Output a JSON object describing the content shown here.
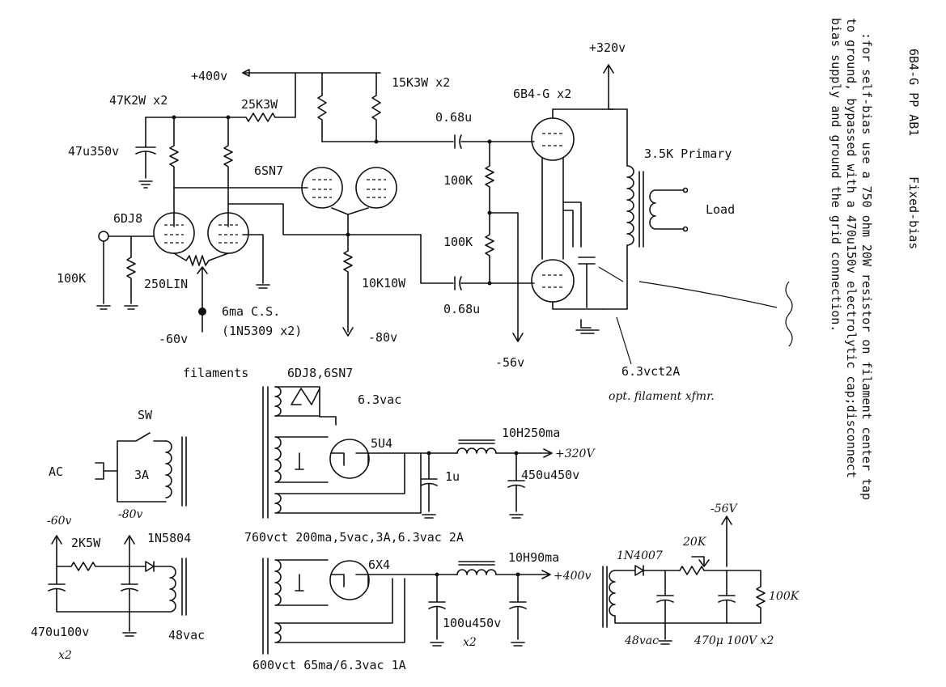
{
  "side_notes": {
    "title": "6B4-G PP AB1",
    "subtitle": "Fixed-bias",
    "note_line1": ":for self-bias  use a 750 ohm 20W resistor on filament center tap",
    "note_line2": "to ground, bypassed with  a 470u150v  electrolytic cap;disconnect",
    "note_line3": "bias supply and ground the grid connection."
  },
  "amplifier": {
    "b_plus_400": "+400v",
    "b_plus_320": "+320v",
    "r_47k": "47K2W x2",
    "r_25k": "25K3W",
    "r_15k": "15K3W x2",
    "cap_47u": "47u350v",
    "cap_068_top": "0.68u",
    "cap_068_bottom": "0.68u",
    "tube_6b4": "6B4-G x2",
    "tube_6sn7": "6SN7",
    "tube_6dj8": "6DJ8",
    "r_100k_top": "100K",
    "r_100k_bottom": "100K",
    "r_100k_input": "100K",
    "pot_250": "250LIN",
    "cs_label": "6ma C.S.",
    "cs_part": "(1N5309 x2)",
    "neg_60": "-60v",
    "neg_80": "-80v",
    "neg_56": "-56v",
    "r_10k": "10K10W",
    "primary": "3.5K Primary",
    "load": "Load",
    "fil_xfmr": "6.3vct2A",
    "opt_fil": "opt. filament xfmr."
  },
  "supply_5u4": {
    "filaments": "filaments",
    "fil_tubes": "6DJ8,6SN7",
    "fil_volt": "6.3vac",
    "rect": "5U4",
    "choke": "10H250ma",
    "out": "+320V",
    "cap_1u": "1u",
    "cap_450": "450u450v",
    "xfmr": "760vct 200ma,5vac,3A,6.3vac 2A"
  },
  "supply_6x4": {
    "rect": "6X4",
    "choke": "10H90ma",
    "out": "+400v",
    "cap": "100u450v",
    "cap_qty": "x2",
    "xfmr": "600vct 65ma/6.3vac 1A"
  },
  "mains": {
    "sw": "SW",
    "ac": "AC",
    "fuse": "3A",
    "neg80": "-80v"
  },
  "bias_60": {
    "neg60": "-60v",
    "r": "2K5W",
    "diode": "1N5804",
    "cap": "470u100v",
    "qty": "x2",
    "vac": "48vac"
  },
  "bias_56": {
    "neg56": "-56V",
    "diode": "1N4007",
    "pot": "20K",
    "r": "100K",
    "vac": "48vac",
    "cap": "470μ 100V x2"
  }
}
